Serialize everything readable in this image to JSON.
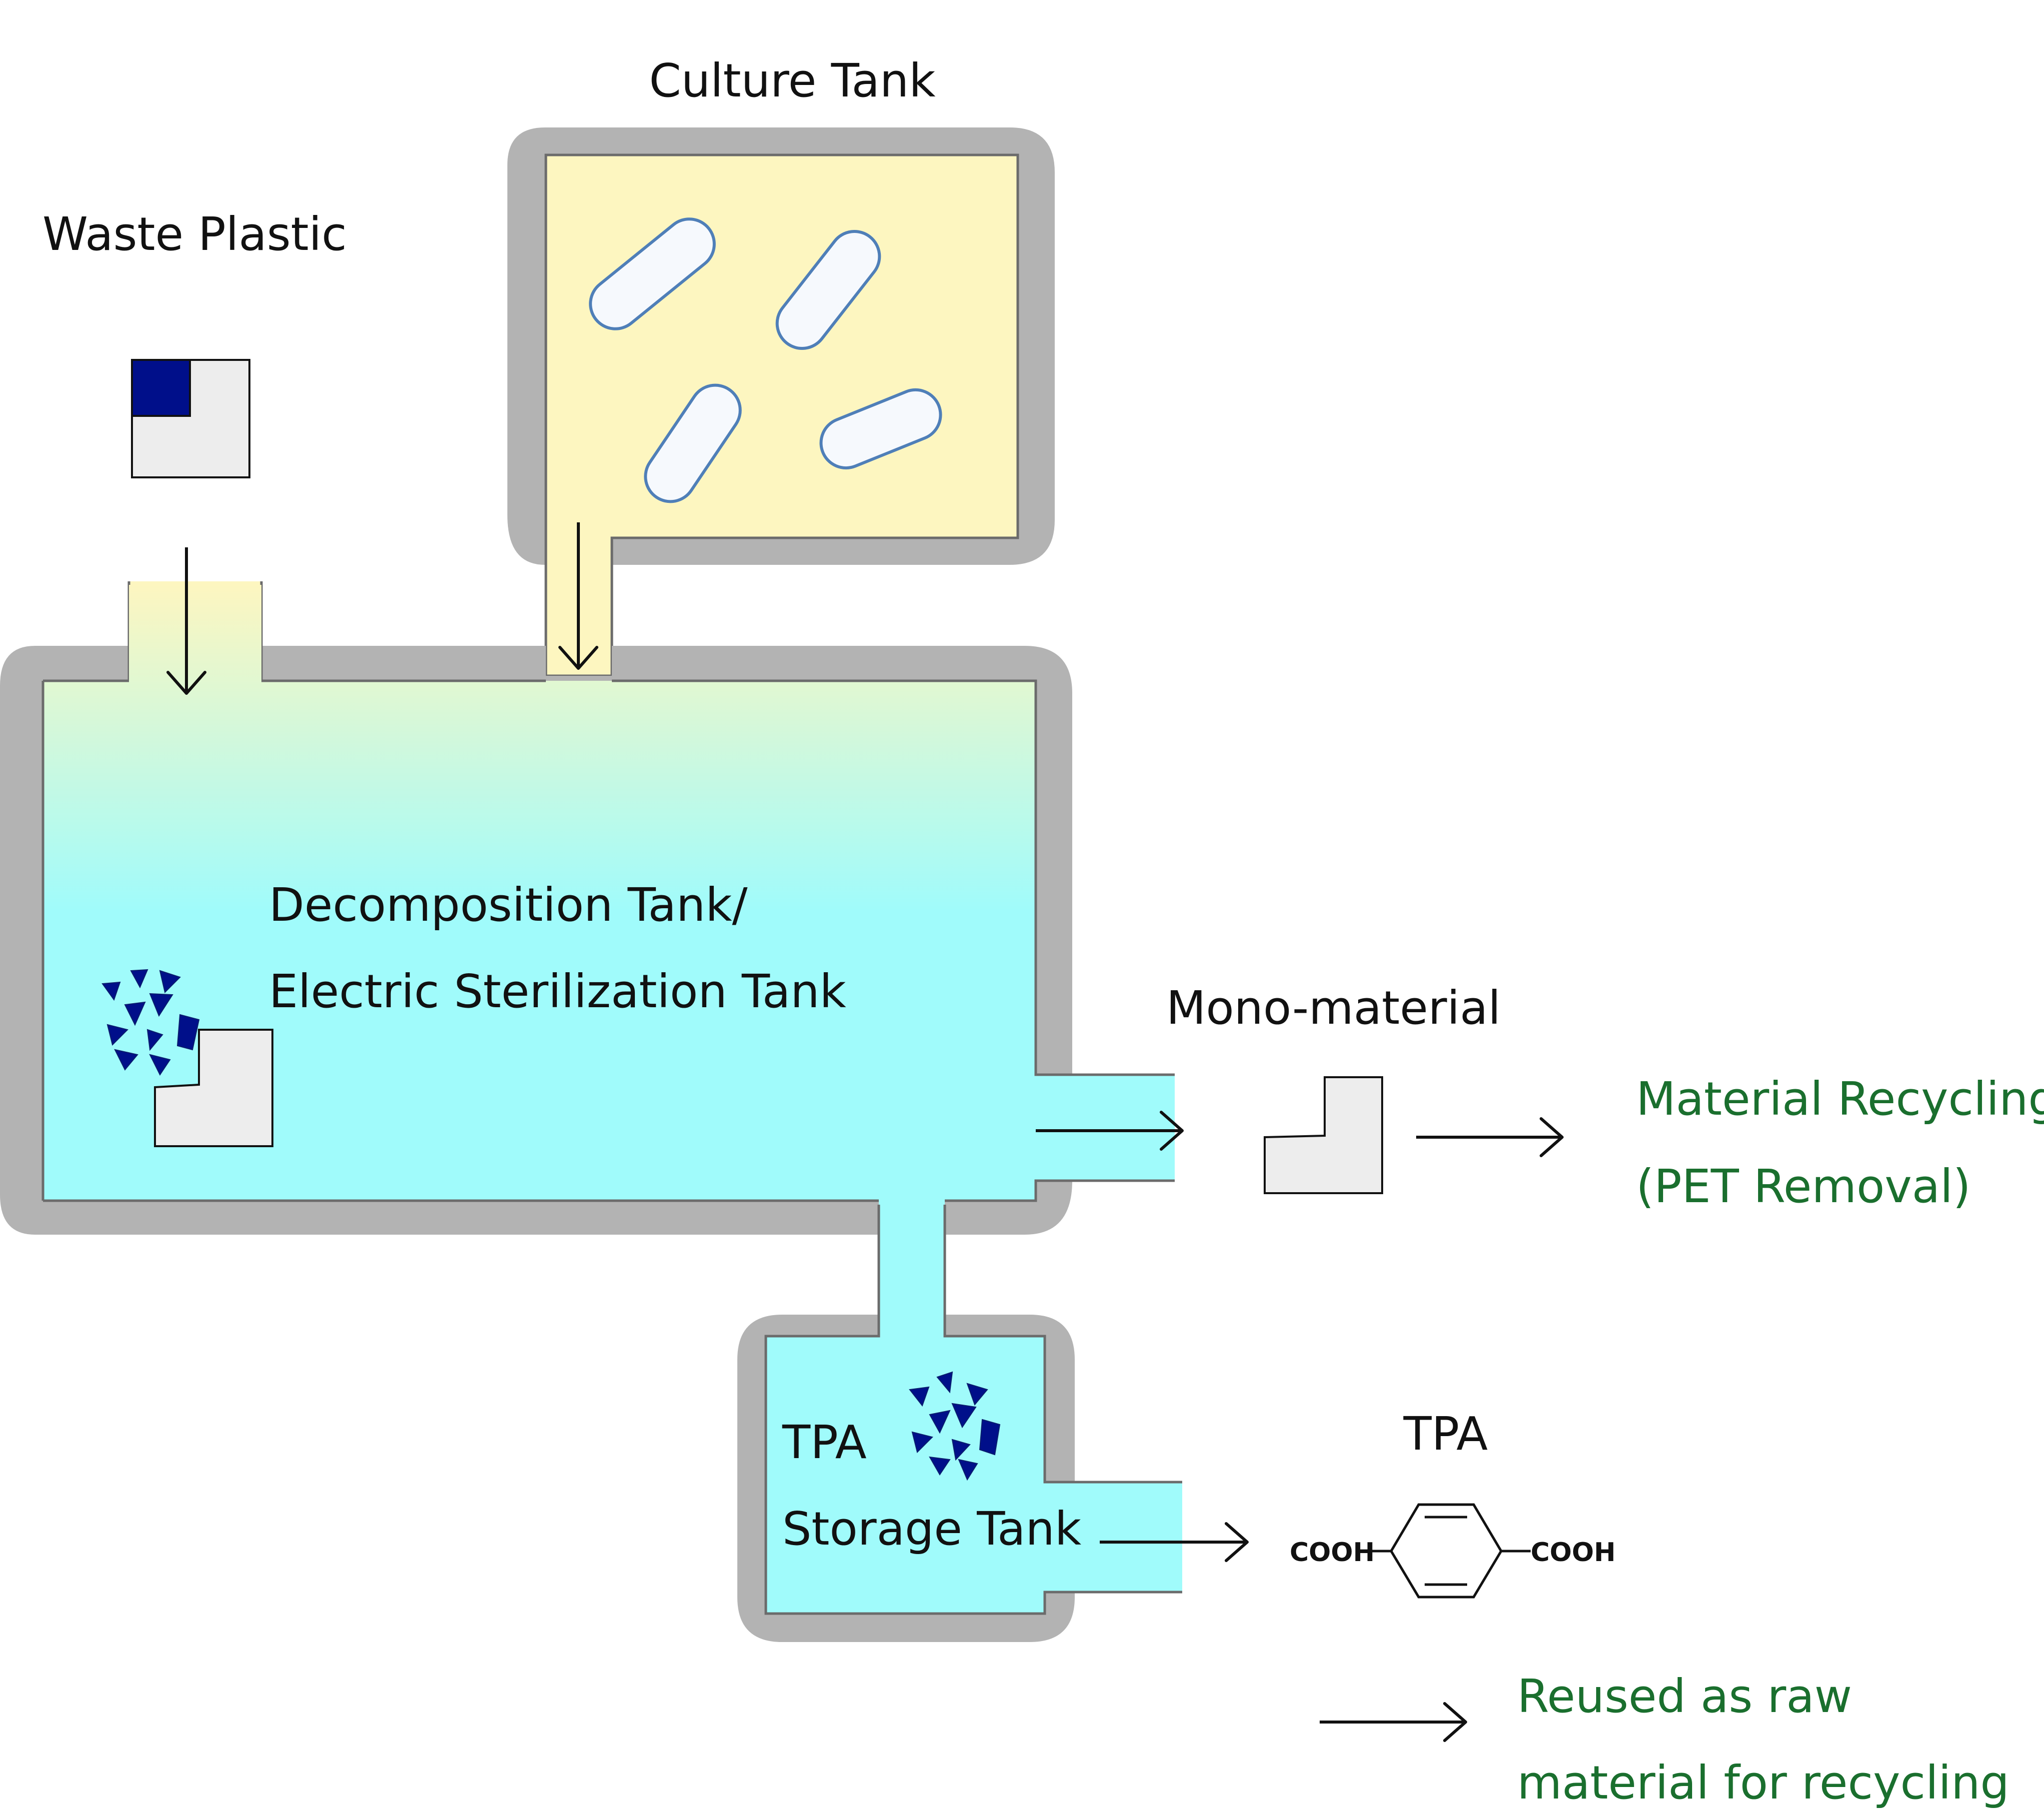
{
  "labels": {
    "culture_tank": "Culture Tank",
    "waste_plastic": "Waste Plastic",
    "decomposition_line1": "Decomposition Tank/",
    "decomposition_line2": "Electric Sterilization Tank",
    "mono_material": "Mono-material",
    "material_recycling_line1": "Material Recycling",
    "material_recycling_line2": "(PET Removal)",
    "tpa_storage_line1": "TPA",
    "tpa_storage_line2": "Storage Tank",
    "tpa_product": "TPA",
    "cooh_left": "COOH",
    "cooh_right": "COOH",
    "reused_line1": "Reused as raw",
    "reused_line2": "material for recycling"
  },
  "colors": {
    "tank_wall": "#b3b3b3",
    "culture_fill": "#fdf6c0",
    "liquid_cyan": "#a0fbfb",
    "bacteria_fill": "#f6f9fd",
    "bacteria_stroke": "#4f7fb8",
    "plastic_grey": "#ededed",
    "plastic_navy": "#000f8a",
    "green_text": "#1a6f2e"
  }
}
